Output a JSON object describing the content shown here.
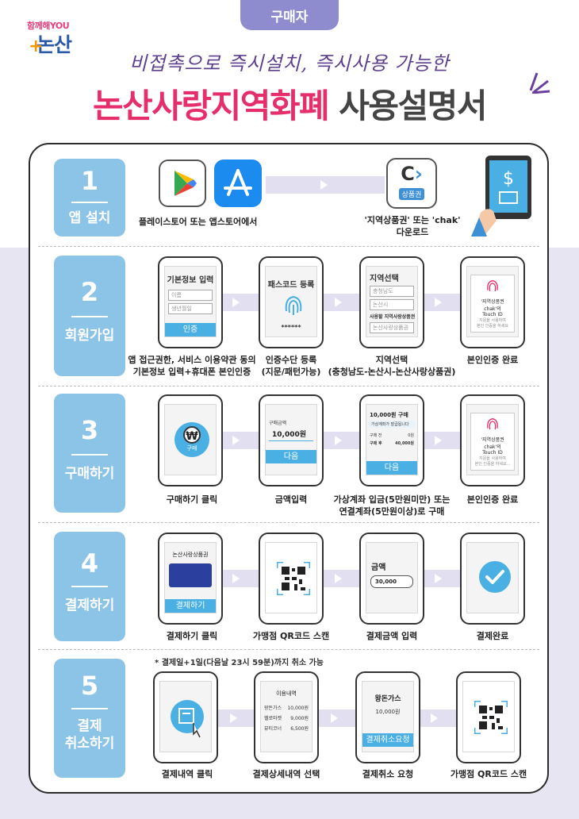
{
  "tag": "구매자",
  "logo": {
    "slogan": "함께해YOU",
    "city": "논산"
  },
  "subtitle": "비접촉으로 즉시설치, 즉시사용 가능한",
  "title": {
    "part1": "논산사랑지역화폐",
    "part2": "사용설명서"
  },
  "steps": [
    {
      "num": "1",
      "name": "앱 설치"
    },
    {
      "num": "2",
      "name": "회원가입"
    },
    {
      "num": "3",
      "name": "구매하기"
    },
    {
      "num": "4",
      "name": "결제하기"
    },
    {
      "num": "5",
      "name_line1": "결제",
      "name_line2": "취소하기"
    }
  ],
  "step1": {
    "caption_left": "플레이스토어 또는 앱스토어에서",
    "chak_label": "상품권",
    "caption_right_1": "'지역상품권' 또는 'chak'",
    "caption_right_2": "다운로드",
    "dollar": "$"
  },
  "step2": {
    "s1": {
      "title": "기본정보 입력",
      "f1": "이름",
      "f2": "생년월일",
      "btn": "인증"
    },
    "s2": {
      "title": "패스코드 등록",
      "dots": "******"
    },
    "s3": {
      "title": "지역선택",
      "f1": "충청남도",
      "f2": "논산시",
      "label": "사용할 지역사랑상품권",
      "f3": "논산사랑상품권"
    },
    "s4": {
      "l1": "'지역상품권 chak'의",
      "l2": "Touch ID",
      "l3": "지문을 사용하여",
      "l4": "본인 인증을 하세요"
    },
    "cap1_1": "앱 접근권한, 서비스 이용약관 동의",
    "cap1_2": "기본정보 입력+휴대폰 본인인증",
    "cap2_1": "인증수단 등록",
    "cap2_2": "(지문/패턴가능)",
    "cap3_1": "지역선택",
    "cap3_2": "(충청남도-논산시-논산사랑상품권)",
    "cap4": "본인인증 완료"
  },
  "step3": {
    "s1": {
      "won": "₩",
      "label": "구매"
    },
    "s2": {
      "label": "구매금액",
      "amount": "10,000원",
      "btn": "다음"
    },
    "s3": {
      "title": "10,000원 구매",
      "notice": "가상계좌가 발급됩니다",
      "r1k": "구매 전",
      "r1v": "0원",
      "r2k": "구매 후",
      "r2v": "40,000원",
      "btn": "다음"
    },
    "s4": {
      "l1": "'지역상품권 chak'의",
      "l2": "Touch ID",
      "l3": "지문을 사용하여",
      "l4": "본인 인증을 하세요..."
    },
    "cap1": "구매하기 클릭",
    "cap2": "금액입력",
    "cap3_1": "가상계좌 입금(5만원미만) 또는",
    "cap3_2": "연결계좌(5만원이상)로 구매",
    "cap4": "본인인증 완료"
  },
  "step4": {
    "s1": {
      "title": "논산사랑상품권",
      "btn": "결제하기"
    },
    "s3": {
      "label": "금액",
      "amount": "30,000"
    },
    "cap1": "결제하기 클릭",
    "cap2": "가맹점 QR코드 스캔",
    "cap3": "결제금액 입력",
    "cap4": "결제완료"
  },
  "step5": {
    "note": "* 결제일+1일(다음날 23시 59분)까지 취소 가능",
    "s2": {
      "title": "이용내역",
      "rows": [
        [
          "왕돈가스",
          "10,000원"
        ],
        [
          "헬로마켓",
          "9,000원"
        ],
        [
          "뷰티코너",
          "6,500원"
        ]
      ]
    },
    "s3": {
      "title": "왕돈가스",
      "amount": "10,000원",
      "btn": "결제취소요청"
    },
    "cap1": "결제내역 클릭",
    "cap2": "결제상세내역 선택",
    "cap3": "결제취소 요청",
    "cap4": "가맹점 QR코드 스캔"
  },
  "colors": {
    "accent": "#8cc4e8",
    "pink": "#e62e6b",
    "button": "#4ab0e4",
    "purple": "#8e8bcf"
  }
}
